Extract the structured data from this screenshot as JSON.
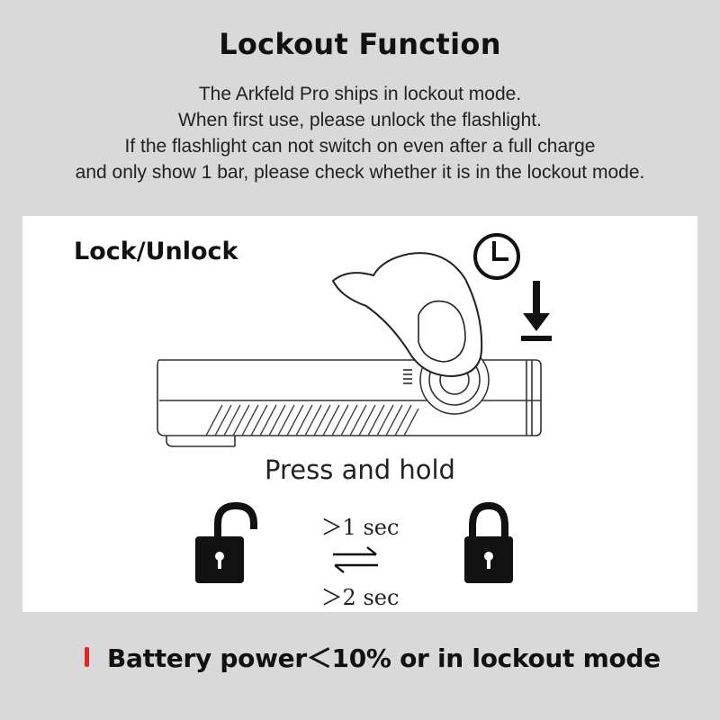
{
  "title": "Lockout Function",
  "description": [
    "The Arkfeld Pro ships in lockout mode.",
    "When first use, please unlock the flashlight.",
    "If the flashlight can not switch on even after a full charge",
    "and only show 1 bar, please check whether it is in the lockout mode."
  ],
  "panel": {
    "heading": "Lock/Unlock",
    "press_label": "Press and hold",
    "lock_time": "＞1 sec",
    "unlock_time": "＞2 sec"
  },
  "footer": {
    "text": "Battery power＜10% or in lockout mode",
    "indicator_color": "#e0262b"
  },
  "icons": [
    "clock-icon",
    "arrow-down-icon",
    "unlocked-padlock-icon",
    "locked-padlock-icon",
    "swap-arrows-icon"
  ]
}
